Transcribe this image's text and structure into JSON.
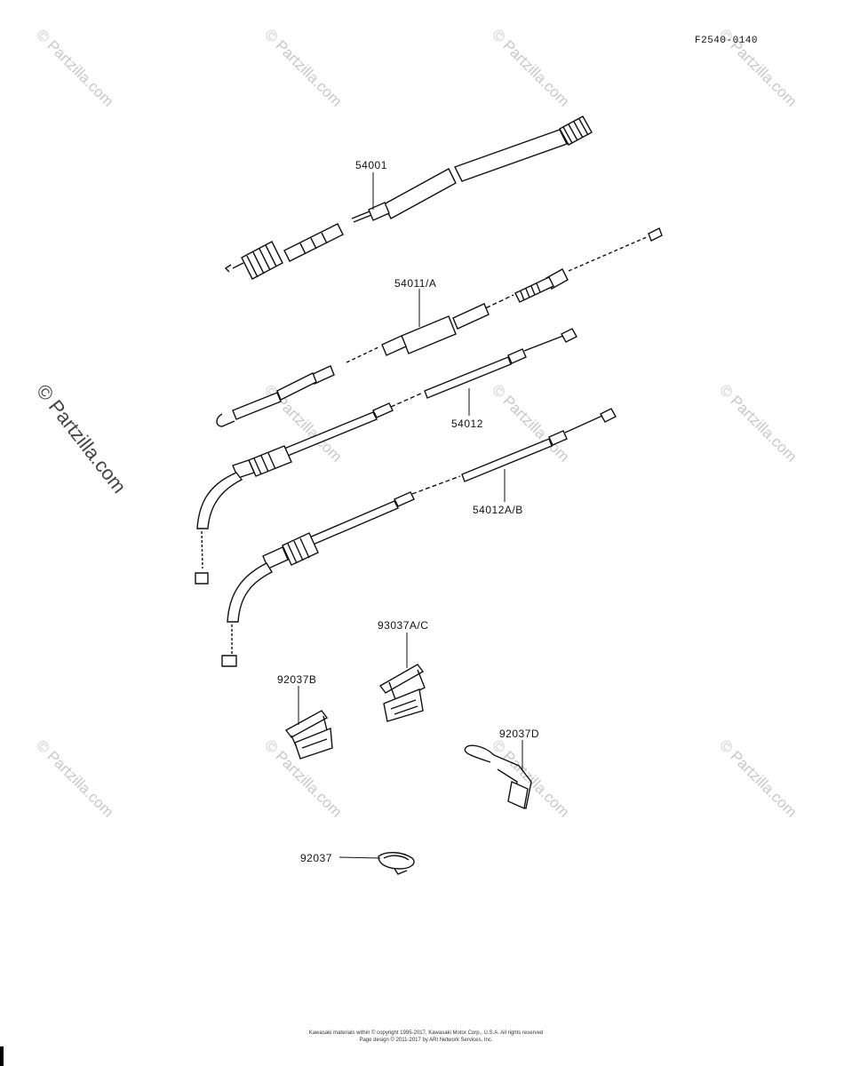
{
  "diagram_code": "F2540-0140",
  "parts": [
    {
      "id": "speedometer-cable",
      "label": "54001"
    },
    {
      "id": "tachometer-cable",
      "label": "54011/A"
    },
    {
      "id": "throttle-cable-open",
      "label": "54012"
    },
    {
      "id": "throttle-cable-close",
      "label": "54012A/B"
    },
    {
      "id": "clamp-a-c",
      "label": "93037A/C"
    },
    {
      "id": "clamp-b",
      "label": "92037B"
    },
    {
      "id": "clamp-d",
      "label": "92037D"
    },
    {
      "id": "clamp",
      "label": "92037"
    }
  ],
  "watermark": {
    "text": "© Partzilla.com",
    "side_text": "© Partzilla.com"
  },
  "footer": {
    "line1": "Kawasaki materials within © copyright 1995-2017, Kawasaki Motor Corp., U.S.A. All rights reserved",
    "line2": "Page design © 2011-2017 by ARI Network Services, Inc."
  }
}
